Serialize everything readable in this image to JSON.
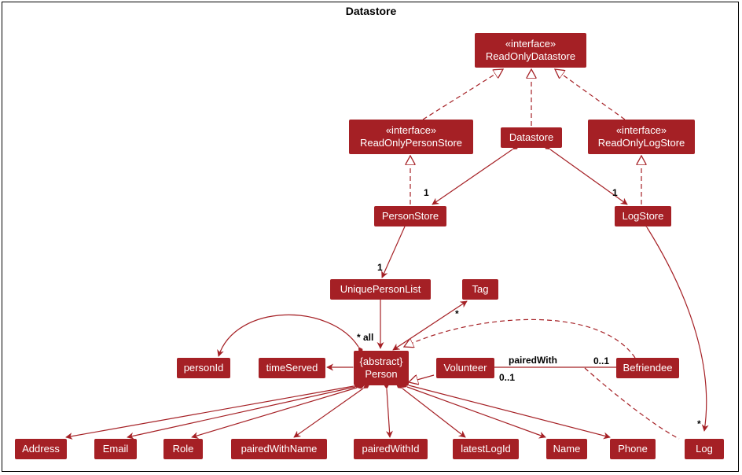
{
  "diagram": {
    "title": "Datastore",
    "colors": {
      "node_fill": "#a52025",
      "node_text": "#ffffff",
      "edge": "#a52025",
      "label": "#000000"
    },
    "nodes": {
      "read_only_datastore": {
        "stereotype": "«interface»",
        "name": "ReadOnlyDatastore"
      },
      "read_only_person_store": {
        "stereotype": "«interface»",
        "name": "ReadOnlyPersonStore"
      },
      "datastore": {
        "name": "Datastore"
      },
      "read_only_log_store": {
        "stereotype": "«interface»",
        "name": "ReadOnlyLogStore"
      },
      "person_store": {
        "name": "PersonStore"
      },
      "log_store": {
        "name": "LogStore"
      },
      "unique_person_list": {
        "name": "UniquePersonList"
      },
      "tag": {
        "name": "Tag"
      },
      "person": {
        "stereotype": "{abstract}",
        "name": "Person"
      },
      "person_id": {
        "name": "personId"
      },
      "time_served": {
        "name": "timeServed"
      },
      "volunteer": {
        "name": "Volunteer"
      },
      "befriendee": {
        "name": "Befriendee"
      },
      "address": {
        "name": "Address"
      },
      "email": {
        "name": "Email"
      },
      "role": {
        "name": "Role"
      },
      "paired_with_name": {
        "name": "pairedWithName"
      },
      "paired_with_id": {
        "name": "pairedWithId"
      },
      "latest_log_id": {
        "name": "latestLogId"
      },
      "name": {
        "name": "Name"
      },
      "phone": {
        "name": "Phone"
      },
      "log": {
        "name": "Log"
      }
    },
    "labels": {
      "datastore_personstore_mult": "1",
      "datastore_logstore_mult": "1",
      "personstore_list_mult": "1",
      "list_person_mult": "* all",
      "tag_mult": "*",
      "paired_with": "pairedWith",
      "volunteer_mult": "0..1",
      "befriendee_mult": "0..1",
      "log_mult": "*"
    }
  }
}
